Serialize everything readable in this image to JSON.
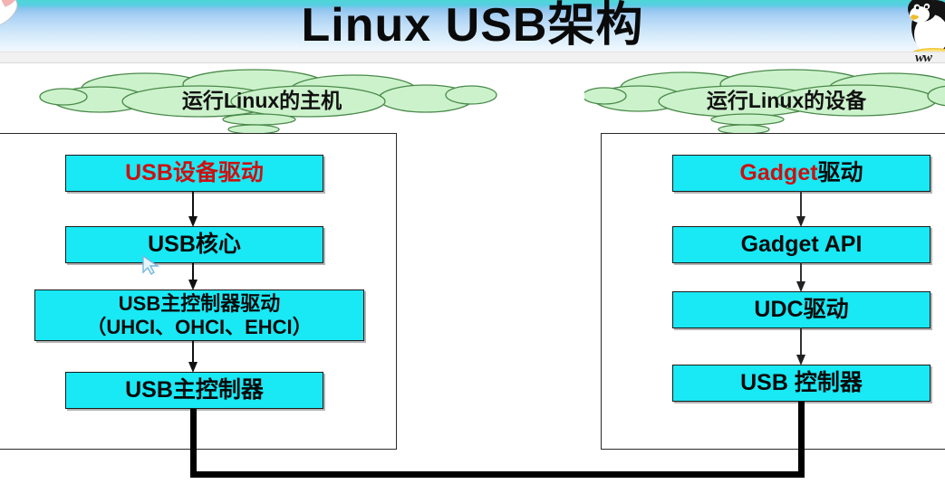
{
  "header": {
    "title": "Linux USB架构",
    "watermark": "ww",
    "tux_left_icon": "tux-penguin-icon",
    "tux_right_icon": "tux-penguin-icon"
  },
  "clouds": {
    "host": {
      "label": "运行Linux的主机"
    },
    "device": {
      "label": "运行Linux的设备"
    }
  },
  "panels": {
    "host_panel_name": "host-side-panel",
    "device_panel_name": "device-side-panel"
  },
  "diagram": {
    "host_stack": [
      {
        "id": "usb-device-driver",
        "red_text": "USB",
        "black_text": "设备驱动",
        "lines": 1
      },
      {
        "id": "usb-core",
        "red_text": "",
        "black_text": "USB核心",
        "lines": 1
      },
      {
        "id": "usb-host-controller-driver",
        "red_text": "",
        "black_text": "USB主控制器驱动",
        "line2": "（UHCI、OHCI、EHCI）",
        "lines": 2
      },
      {
        "id": "usb-host-controller",
        "red_text": "",
        "black_text": "USB主控制器",
        "lines": 1
      }
    ],
    "device_stack": [
      {
        "id": "gadget-driver",
        "red_text": "Gadget",
        "black_text": "驱动",
        "lines": 1
      },
      {
        "id": "gadget-api",
        "red_text": "",
        "black_text": "Gadget API",
        "lines": 1
      },
      {
        "id": "udc-driver",
        "red_text": "",
        "black_text": "UDC驱动",
        "lines": 1
      },
      {
        "id": "usb-controller",
        "red_text": "",
        "black_text": "USB 控制器",
        "lines": 1
      }
    ],
    "bottom_caption": "",
    "colors": {
      "box_fill": "#19E8F5",
      "box_border": "#1A1A1A",
      "accent_red": "#CC1111",
      "cloud_fill": "#CCF2CC",
      "cloud_border": "#3A7A3A",
      "cable_black": "#000000"
    }
  },
  "cursor": {
    "name": "mouse-pointer"
  }
}
